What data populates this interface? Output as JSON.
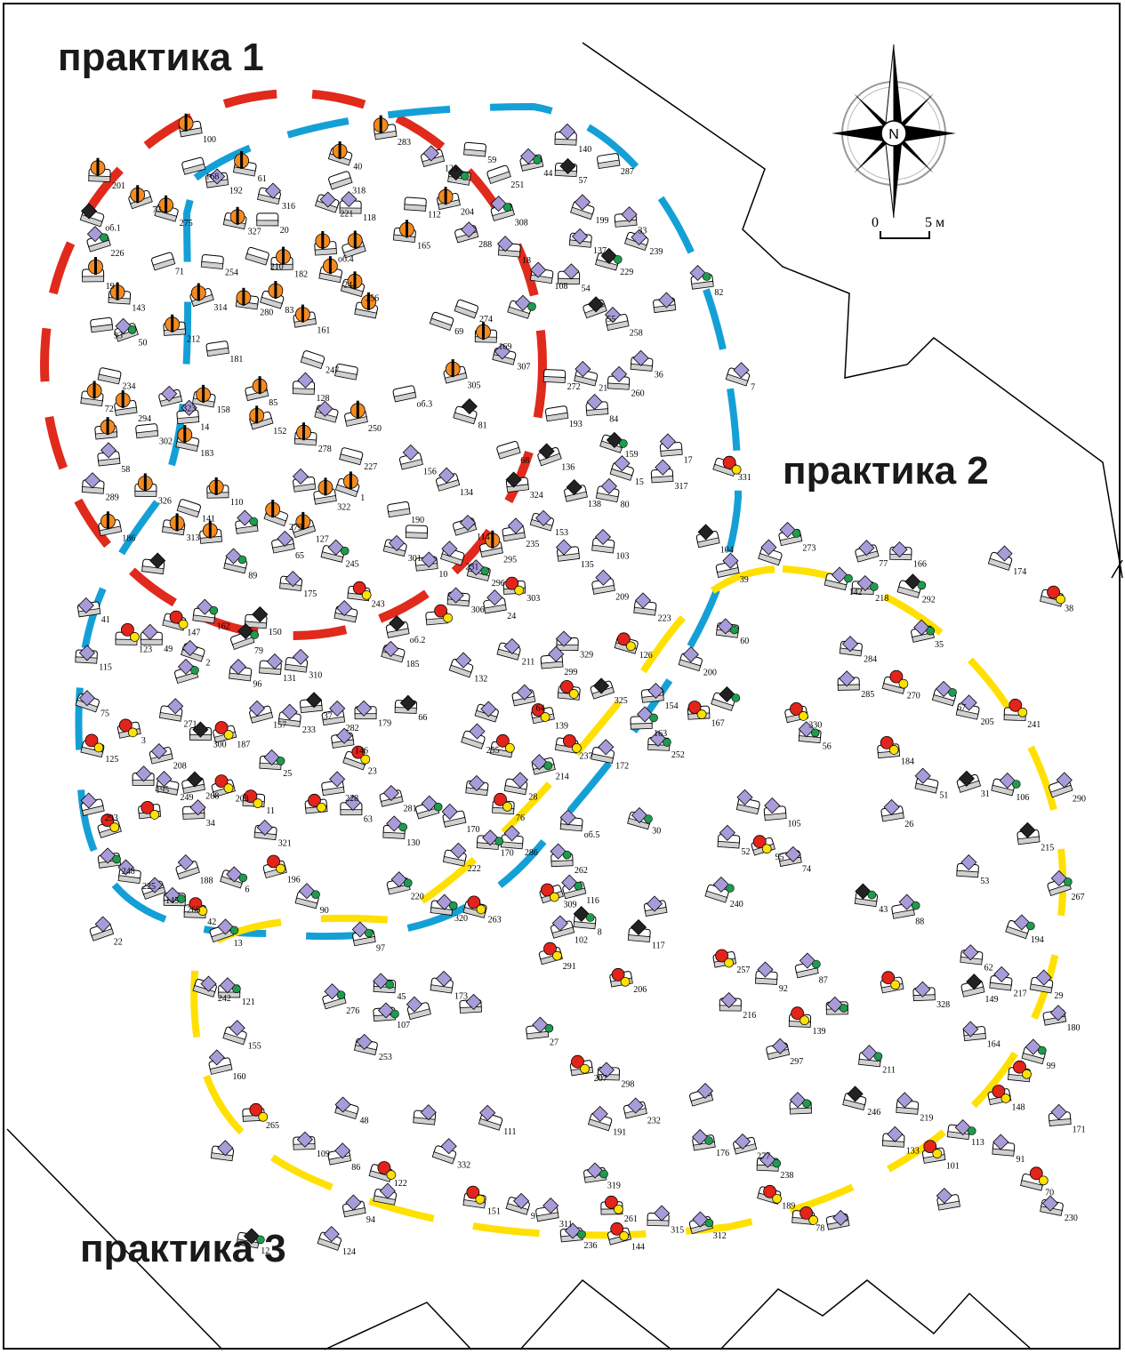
{
  "titles": {
    "zone_1": "практика 1",
    "zone_2": "практика 2",
    "zone_3": "практика 3"
  },
  "compass": {
    "north_label": "N"
  },
  "scale_bar": {
    "zero_label": "0",
    "length_label": "5 м"
  },
  "colors": {
    "zone_1_boundary": "#e02a1c",
    "zone_2_boundary": "#14a0d6",
    "zone_3_boundary": "#ffe000",
    "burial_fill": "#d0d0d0",
    "diamond_marker": "#a99bd9",
    "orange_marker": "#f58a1f",
    "green_marker": "#1e9b4c",
    "red_marker": "#e3241b",
    "yellow_marker": "#ffe100"
  },
  "legend_note": "",
  "feature_labels": [
    "331",
    "267",
    "265",
    "247",
    "246",
    "2",
    "332",
    "24",
    "301",
    "298",
    "268",
    "266",
    "263",
    "245",
    "244",
    "243",
    "64",
    "25",
    "323",
    "289",
    "297",
    "290",
    "283",
    "282",
    "240",
    "262",
    "36",
    "324",
    "322",
    "300",
    "299",
    "293",
    "288",
    "254",
    "242",
    "179",
    "330",
    "329",
    "320",
    "317",
    "296",
    "295",
    "194",
    "284",
    "248",
    "253",
    "241",
    "182",
    "109",
    "1",
    "328",
    "327",
    "326",
    "294",
    "285",
    "286",
    "252",
    "251",
    "180",
    "311",
    "309",
    "325",
    "318",
    "315",
    "314",
    "312",
    "292",
    "249",
    "250",
    "212",
    "183",
    "181",
    "310",
    "306",
    "308",
    "319",
    "316",
    "313",
    "287",
    "232",
    "187",
    "185",
    "184",
    "108",
    "305",
    "307",
    "291",
    "238",
    "231",
    "214",
    "186",
    "112",
    "110",
    "107",
    "281",
    "321",
    "237",
    "211",
    "188",
    "111",
    "53",
    "280",
    "279",
    "278",
    "303",
    "270",
    "236",
    "230",
    "216",
    "215",
    "189",
    "113",
    "55",
    "54",
    "277",
    "276",
    "302",
    "271",
    "235",
    "233",
    "217",
    "190",
    "114",
    "56",
    "261",
    "275",
    "273",
    "272",
    "218",
    "219",
    "191",
    "115",
    "57",
    "260",
    "274",
    "234",
    "193",
    "116",
    "258",
    "228",
    "227",
    "239",
    "220",
    "195",
    "207",
    "192",
    "117",
    "257",
    "229",
    "226",
    "223",
    "221",
    "118",
    "58",
    "255",
    "256",
    "211",
    "225",
    "222",
    "196",
    "123",
    "122",
    "121",
    "60",
    "61",
    "59",
    "210",
    "209",
    "199",
    "201",
    "124",
    "62",
    "63",
    "30",
    "170",
    "169",
    "168",
    "167",
    "200",
    "125",
    "126",
    "65",
    "66",
    "26",
    "28",
    "31",
    "35",
    "166",
    "204",
    "203",
    "128",
    "127",
    "70",
    "68",
    "67",
    "69",
    "162",
    "27",
    "33",
    "151",
    "150",
    "208",
    "164",
    "165",
    "205",
    "129",
    "84",
    "73",
    "71",
    "72",
    "3",
    "17",
    "152",
    "163",
    "130",
    "75",
    "76",
    "74",
    "8",
    "45",
    "44",
    "101",
    "149",
    "148",
    "153",
    "132",
    "131",
    "82",
    "83",
    "78",
    "79",
    "6",
    "34",
    "43",
    "92",
    "147",
    "145",
    "133",
    "93",
    "80",
    "77",
    "81",
    "161",
    "10",
    "7",
    "18",
    "100",
    "134",
    "160",
    "146",
    "94",
    "95",
    "38",
    "12",
    "14",
    "11",
    "9",
    "13",
    "19",
    "41",
    "89",
    "99",
    "135",
    "159",
    "102",
    "96",
    "97",
    "15",
    "20",
    "21",
    "140",
    "136",
    "106",
    "29",
    "86",
    "23",
    "91",
    "139",
    "154",
    "172",
    "85",
    "88",
    "48",
    "22",
    "90",
    "103",
    "137",
    "138",
    "141",
    "155",
    "171",
    "175",
    "176",
    "50",
    "49",
    "40",
    "39",
    "105",
    "104",
    "142",
    "156",
    "157",
    "158",
    "143",
    "173",
    "51",
    "144",
    "174",
    "170",
    "206",
    "87",
    "52",
    "об.1",
    "об.2",
    "об.3",
    "об.4",
    "об.5",
    "42",
    "139",
    "37"
  ]
}
